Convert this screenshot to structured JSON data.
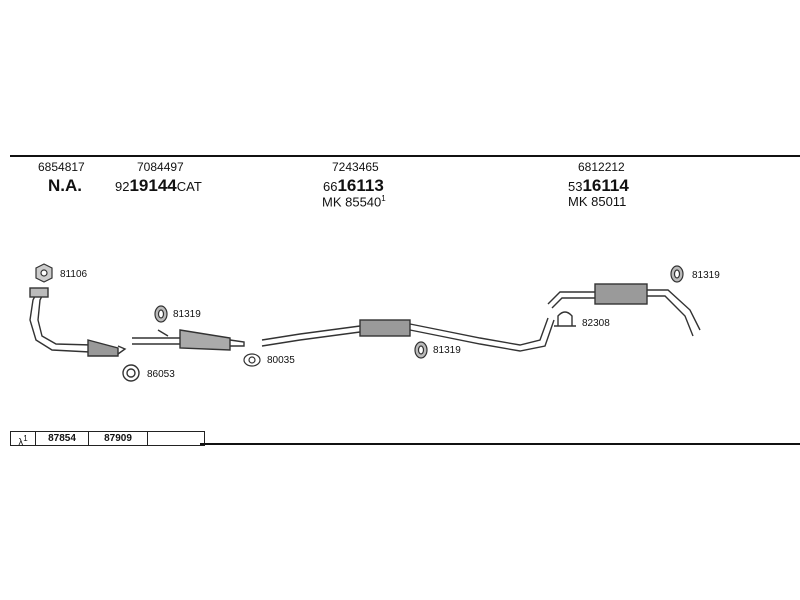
{
  "header": {
    "groups": [
      {
        "ref": "6854817",
        "main": "N.A.",
        "prefix": "",
        "suffix": "",
        "line2": ""
      },
      {
        "ref": "7084497",
        "main": "19144",
        "prefix": "92",
        "suffix": "CAT",
        "line2": ""
      },
      {
        "ref": "7243465",
        "main": "16113",
        "prefix": "66",
        "suffix": "",
        "line2": "MK 85540",
        "line2_sup": "1"
      },
      {
        "ref": "6812212",
        "main": "16114",
        "prefix": "53",
        "suffix": "",
        "line2": "MK 85011"
      }
    ]
  },
  "parts": {
    "gasket_top": "81106",
    "ring_left": "86053",
    "hanger_cat": "81319",
    "gasket_mid": "80035",
    "hanger_center": "81319",
    "clamp_right": "82308",
    "hanger_right": "81319"
  },
  "footer_table": {
    "symbol": "λ",
    "symbol_sup": "1",
    "cells": [
      "87854",
      "87909",
      ""
    ]
  }
}
